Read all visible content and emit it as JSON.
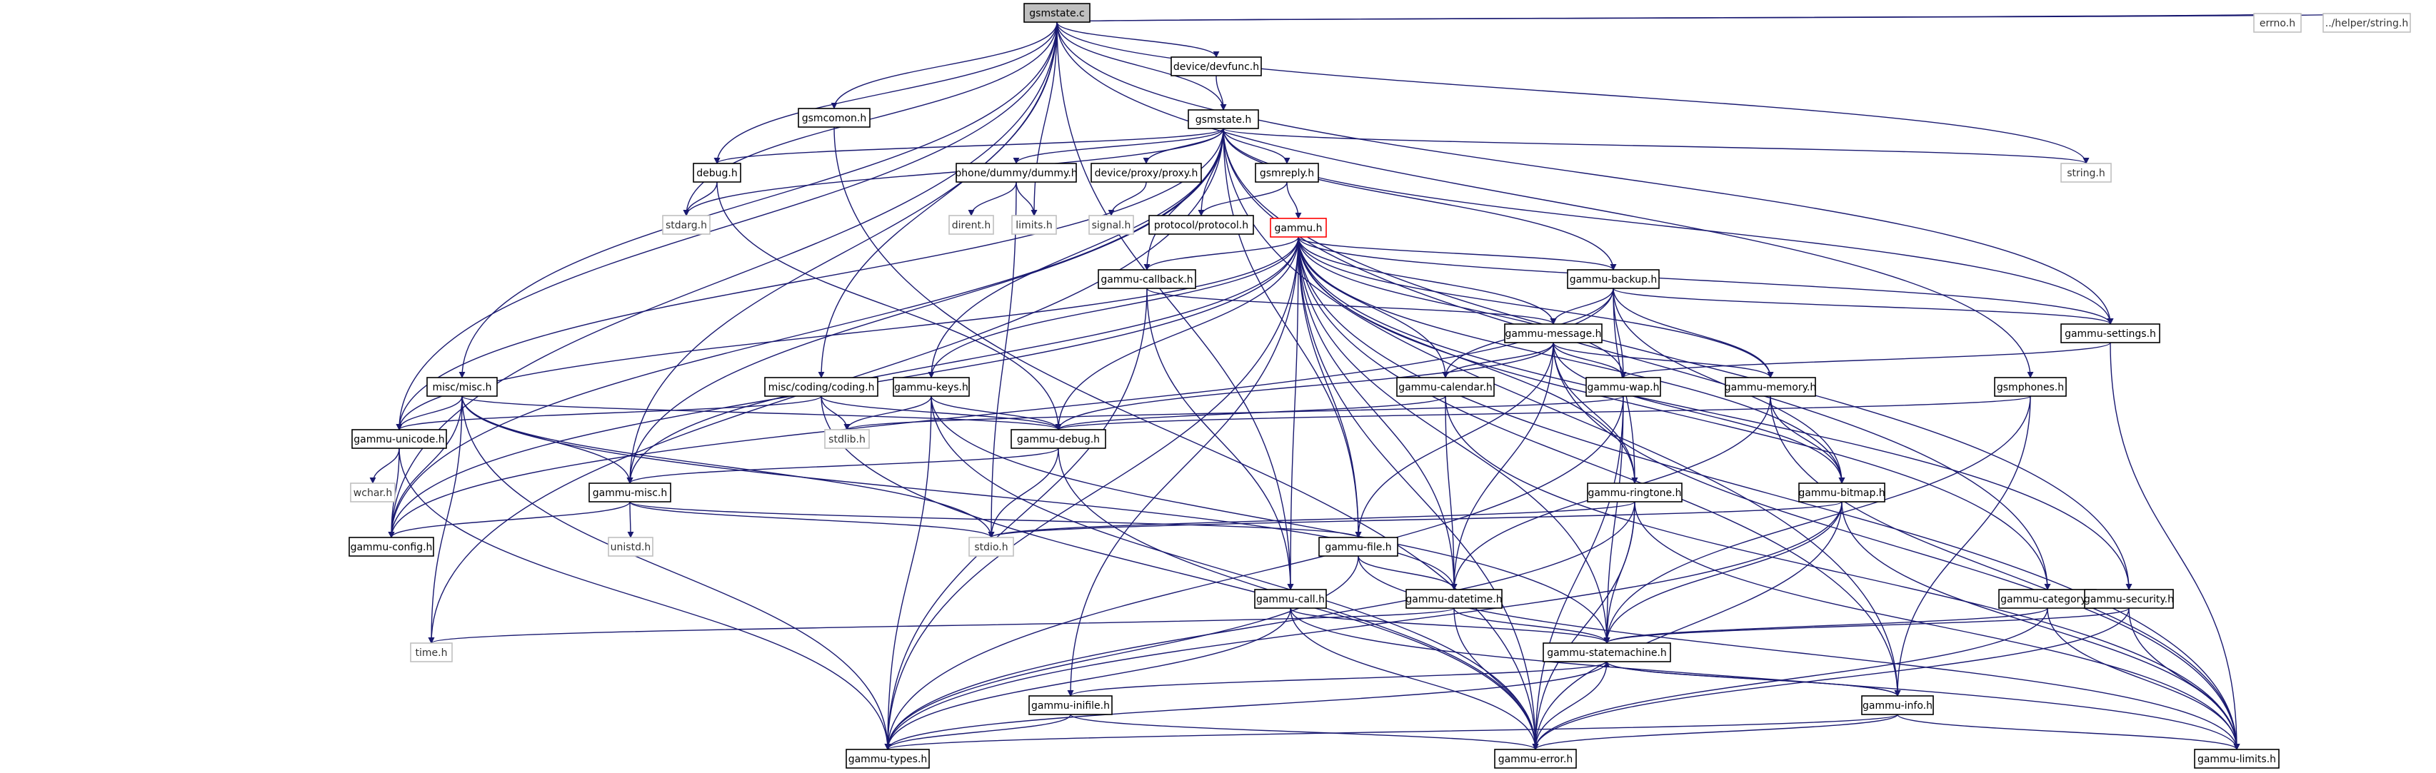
{
  "colors": {
    "edge": "#191970",
    "node_border_default": "#000000",
    "node_border_root": "#000000",
    "node_fill_root": "#bfbfbf",
    "node_border_focus": "#ff0000",
    "node_border_system": "#bfbfbf",
    "node_text_system": "#333333",
    "node_fill": "#ffffff"
  },
  "nodes": [
    {
      "id": "gsmstate_c",
      "label": "gsmstate.c",
      "kind": "root"
    },
    {
      "id": "devfunc",
      "label": "device/devfunc.h",
      "kind": "normal"
    },
    {
      "id": "gsmcomon",
      "label": "gsmcomon.h",
      "kind": "normal"
    },
    {
      "id": "gsmstate_h",
      "label": "gsmstate.h",
      "kind": "normal"
    },
    {
      "id": "errno",
      "label": "errno.h",
      "kind": "system"
    },
    {
      "id": "helperstring",
      "label": "../helper/string.h",
      "kind": "system"
    },
    {
      "id": "string",
      "label": "string.h",
      "kind": "system"
    },
    {
      "id": "debug",
      "label": "debug.h",
      "kind": "normal"
    },
    {
      "id": "dummy",
      "label": "phone/dummy/dummy.h",
      "kind": "normal"
    },
    {
      "id": "proxy",
      "label": "device/proxy/proxy.h",
      "kind": "normal"
    },
    {
      "id": "gsmreply",
      "label": "gsmreply.h",
      "kind": "normal"
    },
    {
      "id": "stdarg",
      "label": "stdarg.h",
      "kind": "system"
    },
    {
      "id": "dirent",
      "label": "dirent.h",
      "kind": "system"
    },
    {
      "id": "limits",
      "label": "limits.h",
      "kind": "system"
    },
    {
      "id": "signal",
      "label": "signal.h",
      "kind": "system"
    },
    {
      "id": "protocol",
      "label": "protocol/protocol.h",
      "kind": "normal"
    },
    {
      "id": "gammu",
      "label": "gammu.h",
      "kind": "focus"
    },
    {
      "id": "callback",
      "label": "gammu-callback.h",
      "kind": "normal"
    },
    {
      "id": "backup",
      "label": "gammu-backup.h",
      "kind": "normal"
    },
    {
      "id": "message",
      "label": "gammu-message.h",
      "kind": "normal"
    },
    {
      "id": "settings",
      "label": "gammu-settings.h",
      "kind": "normal"
    },
    {
      "id": "miscmisc",
      "label": "misc/misc.h",
      "kind": "normal"
    },
    {
      "id": "coding",
      "label": "misc/coding/coding.h",
      "kind": "normal"
    },
    {
      "id": "keys",
      "label": "gammu-keys.h",
      "kind": "normal"
    },
    {
      "id": "calendar",
      "label": "gammu-calendar.h",
      "kind": "normal"
    },
    {
      "id": "wap",
      "label": "gammu-wap.h",
      "kind": "normal"
    },
    {
      "id": "memory",
      "label": "gammu-memory.h",
      "kind": "normal"
    },
    {
      "id": "gsmphones",
      "label": "gsmphones.h",
      "kind": "normal"
    },
    {
      "id": "unicode",
      "label": "gammu-unicode.h",
      "kind": "normal"
    },
    {
      "id": "stdlib",
      "label": "stdlib.h",
      "kind": "system"
    },
    {
      "id": "gdebug",
      "label": "gammu-debug.h",
      "kind": "normal"
    },
    {
      "id": "wchar",
      "label": "wchar.h",
      "kind": "system"
    },
    {
      "id": "gmisc",
      "label": "gammu-misc.h",
      "kind": "normal"
    },
    {
      "id": "ringtone",
      "label": "gammu-ringtone.h",
      "kind": "normal"
    },
    {
      "id": "bitmap",
      "label": "gammu-bitmap.h",
      "kind": "normal"
    },
    {
      "id": "config",
      "label": "gammu-config.h",
      "kind": "normal"
    },
    {
      "id": "unistd",
      "label": "unistd.h",
      "kind": "system"
    },
    {
      "id": "stdio",
      "label": "stdio.h",
      "kind": "system"
    },
    {
      "id": "file",
      "label": "gammu-file.h",
      "kind": "normal"
    },
    {
      "id": "call",
      "label": "gammu-call.h",
      "kind": "normal"
    },
    {
      "id": "datetime",
      "label": "gammu-datetime.h",
      "kind": "normal"
    },
    {
      "id": "category",
      "label": "gammu-category.h",
      "kind": "normal"
    },
    {
      "id": "security",
      "label": "gammu-security.h",
      "kind": "normal"
    },
    {
      "id": "time",
      "label": "time.h",
      "kind": "system"
    },
    {
      "id": "statemachine",
      "label": "gammu-statemachine.h",
      "kind": "normal"
    },
    {
      "id": "inifile",
      "label": "gammu-inifile.h",
      "kind": "normal"
    },
    {
      "id": "info",
      "label": "gammu-info.h",
      "kind": "normal"
    },
    {
      "id": "types",
      "label": "gammu-types.h",
      "kind": "normal"
    },
    {
      "id": "error",
      "label": "gammu-error.h",
      "kind": "normal"
    },
    {
      "id": "glimits",
      "label": "gammu-limits.h",
      "kind": "normal"
    }
  ],
  "edges": [
    [
      "gsmstate_c",
      "devfunc"
    ],
    [
      "gsmstate_c",
      "gsmcomon"
    ],
    [
      "gsmstate_c",
      "gsmstate_h"
    ],
    [
      "gsmstate_c",
      "errno"
    ],
    [
      "gsmstate_c",
      "helperstring"
    ],
    [
      "gsmstate_c",
      "string"
    ],
    [
      "gsmstate_c",
      "debug"
    ],
    [
      "gsmstate_c",
      "stdarg"
    ],
    [
      "gsmstate_c",
      "limits"
    ],
    [
      "gsmstate_c",
      "miscmisc"
    ],
    [
      "gsmstate_c",
      "coding"
    ],
    [
      "gsmstate_c",
      "unicode"
    ],
    [
      "gsmstate_c",
      "config"
    ],
    [
      "gsmstate_c",
      "gmisc"
    ],
    [
      "gsmstate_c",
      "settings"
    ],
    [
      "gsmstate_c",
      "gsmphones"
    ],
    [
      "gsmstate_c",
      "call"
    ],
    [
      "devfunc",
      "gsmstate_h"
    ],
    [
      "gsmcomon",
      "error"
    ],
    [
      "gsmstate_h",
      "debug"
    ],
    [
      "gsmstate_h",
      "dummy"
    ],
    [
      "gsmstate_h",
      "proxy"
    ],
    [
      "gsmstate_h",
      "gsmreply"
    ],
    [
      "gsmstate_h",
      "protocol"
    ],
    [
      "gsmstate_h",
      "string"
    ],
    [
      "gsmstate_h",
      "callback"
    ],
    [
      "gsmstate_h",
      "backup"
    ],
    [
      "gsmstate_h",
      "settings"
    ],
    [
      "gsmstate_h",
      "keys"
    ],
    [
      "gsmstate_h",
      "unicode"
    ],
    [
      "gsmstate_h",
      "config"
    ],
    [
      "gsmstate_h",
      "gmisc"
    ],
    [
      "gsmstate_h",
      "file"
    ],
    [
      "gsmstate_h",
      "category"
    ],
    [
      "gsmstate_h",
      "security"
    ],
    [
      "gsmstate_h",
      "info"
    ],
    [
      "gsmstate_h",
      "time"
    ],
    [
      "gsmstate_h",
      "stdarg"
    ],
    [
      "debug",
      "stdarg"
    ],
    [
      "debug",
      "gdebug"
    ],
    [
      "dummy",
      "dirent"
    ],
    [
      "dummy",
      "limits"
    ],
    [
      "dummy",
      "stdio"
    ],
    [
      "proxy",
      "signal"
    ],
    [
      "gsmreply",
      "protocol"
    ],
    [
      "gsmreply",
      "gammu"
    ],
    [
      "gammu",
      "callback"
    ],
    [
      "gammu",
      "backup"
    ],
    [
      "gammu",
      "message"
    ],
    [
      "gammu",
      "settings"
    ],
    [
      "gammu",
      "keys"
    ],
    [
      "gammu",
      "calendar"
    ],
    [
      "gammu",
      "wap"
    ],
    [
      "gammu",
      "memory"
    ],
    [
      "gammu",
      "unicode"
    ],
    [
      "gammu",
      "gdebug"
    ],
    [
      "gammu",
      "gmisc"
    ],
    [
      "gammu",
      "ringtone"
    ],
    [
      "gammu",
      "bitmap"
    ],
    [
      "gammu",
      "config"
    ],
    [
      "gammu",
      "file"
    ],
    [
      "gammu",
      "call"
    ],
    [
      "gammu",
      "category"
    ],
    [
      "gammu",
      "security"
    ],
    [
      "gammu",
      "statemachine"
    ],
    [
      "gammu",
      "inifile"
    ],
    [
      "gammu",
      "info"
    ],
    [
      "gammu",
      "types"
    ],
    [
      "gammu",
      "error"
    ],
    [
      "gammu",
      "glimits"
    ],
    [
      "gammu",
      "datetime"
    ],
    [
      "callback",
      "message"
    ],
    [
      "callback",
      "call"
    ],
    [
      "callback",
      "types"
    ],
    [
      "backup",
      "message"
    ],
    [
      "backup",
      "settings"
    ],
    [
      "backup",
      "calendar"
    ],
    [
      "backup",
      "wap"
    ],
    [
      "backup",
      "memory"
    ],
    [
      "backup",
      "ringtone"
    ],
    [
      "backup",
      "bitmap"
    ],
    [
      "backup",
      "config"
    ],
    [
      "message",
      "calendar"
    ],
    [
      "message",
      "wap"
    ],
    [
      "message",
      "memory"
    ],
    [
      "message",
      "ringtone"
    ],
    [
      "message",
      "bitmap"
    ],
    [
      "message",
      "gdebug"
    ],
    [
      "message",
      "file"
    ],
    [
      "message",
      "datetime"
    ],
    [
      "message",
      "glimits"
    ],
    [
      "settings",
      "wap"
    ],
    [
      "settings",
      "glimits"
    ],
    [
      "miscmisc",
      "unicode"
    ],
    [
      "miscmisc",
      "gdebug"
    ],
    [
      "miscmisc",
      "gmisc"
    ],
    [
      "miscmisc",
      "config"
    ],
    [
      "miscmisc",
      "stdio"
    ],
    [
      "miscmisc",
      "time"
    ],
    [
      "miscmisc",
      "types"
    ],
    [
      "miscmisc",
      "datetime"
    ],
    [
      "coding",
      "unicode"
    ],
    [
      "coding",
      "stdlib"
    ],
    [
      "coding",
      "gdebug"
    ],
    [
      "coding",
      "error"
    ],
    [
      "keys",
      "stdlib"
    ],
    [
      "keys",
      "gdebug"
    ],
    [
      "keys",
      "types"
    ],
    [
      "keys",
      "error"
    ],
    [
      "keys",
      "statemachine"
    ],
    [
      "calendar",
      "gdebug"
    ],
    [
      "calendar",
      "datetime"
    ],
    [
      "calendar",
      "glimits"
    ],
    [
      "wap",
      "stdlib"
    ],
    [
      "wap",
      "statemachine"
    ],
    [
      "wap",
      "error"
    ],
    [
      "wap",
      "types"
    ],
    [
      "memory",
      "datetime"
    ],
    [
      "memory",
      "bitmap"
    ],
    [
      "memory",
      "glimits"
    ],
    [
      "gsmphones",
      "gdebug"
    ],
    [
      "gsmphones",
      "statemachine"
    ],
    [
      "gsmphones",
      "info"
    ],
    [
      "unicode",
      "wchar"
    ],
    [
      "unicode",
      "config"
    ],
    [
      "unicode",
      "types"
    ],
    [
      "gdebug",
      "gmisc"
    ],
    [
      "gdebug",
      "stdio"
    ],
    [
      "gdebug",
      "error"
    ],
    [
      "gmisc",
      "config"
    ],
    [
      "gmisc",
      "unistd"
    ],
    [
      "gmisc",
      "stdio"
    ],
    [
      "gmisc",
      "file"
    ],
    [
      "ringtone",
      "stdio"
    ],
    [
      "ringtone",
      "statemachine"
    ],
    [
      "ringtone",
      "error"
    ],
    [
      "ringtone",
      "types"
    ],
    [
      "ringtone",
      "glimits"
    ],
    [
      "bitmap",
      "stdio"
    ],
    [
      "bitmap",
      "statemachine"
    ],
    [
      "bitmap",
      "error"
    ],
    [
      "bitmap",
      "types"
    ],
    [
      "bitmap",
      "glimits"
    ],
    [
      "file",
      "datetime"
    ],
    [
      "file",
      "types"
    ],
    [
      "file",
      "glimits"
    ],
    [
      "call",
      "statemachine"
    ],
    [
      "call",
      "error"
    ],
    [
      "call",
      "types"
    ],
    [
      "call",
      "glimits"
    ],
    [
      "datetime",
      "time"
    ],
    [
      "datetime",
      "statemachine"
    ],
    [
      "datetime",
      "error"
    ],
    [
      "category",
      "statemachine"
    ],
    [
      "category",
      "error"
    ],
    [
      "category",
      "glimits"
    ],
    [
      "security",
      "statemachine"
    ],
    [
      "security",
      "error"
    ],
    [
      "security",
      "glimits"
    ],
    [
      "statemachine",
      "inifile"
    ],
    [
      "statemachine",
      "info"
    ],
    [
      "statemachine",
      "types"
    ],
    [
      "statemachine",
      "error"
    ],
    [
      "inifile",
      "types"
    ],
    [
      "inifile",
      "error"
    ],
    [
      "info",
      "statemachine"
    ],
    [
      "info",
      "types"
    ],
    [
      "info",
      "error"
    ],
    [
      "info",
      "glimits"
    ]
  ]
}
